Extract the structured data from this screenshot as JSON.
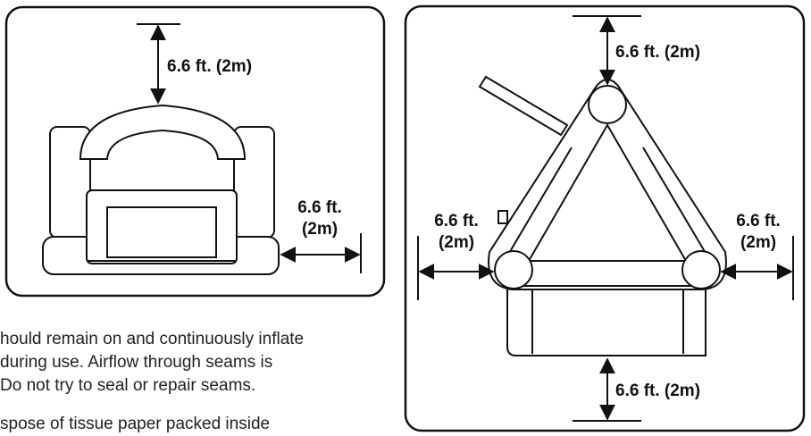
{
  "left_diagram": {
    "top_clearance": "6.6 ft. (2m)",
    "side_clearance_line1": "6.6 ft.",
    "side_clearance_line2": "(2m)"
  },
  "right_diagram": {
    "top_clearance": "6.6 ft. (2m)",
    "bottom_clearance": "6.6 ft. (2m)",
    "left_clearance_line1": "6.6 ft.",
    "left_clearance_line2": "(2m)",
    "right_clearance_line1": "6.6 ft.",
    "right_clearance_line2": "(2m)"
  },
  "instructions": {
    "line1": "hould remain on and continuously inflate",
    "line2": "during use. Airflow through seams is",
    "line3": "Do not try to seal or repair seams.",
    "line4": "spose of tissue paper packed inside"
  }
}
